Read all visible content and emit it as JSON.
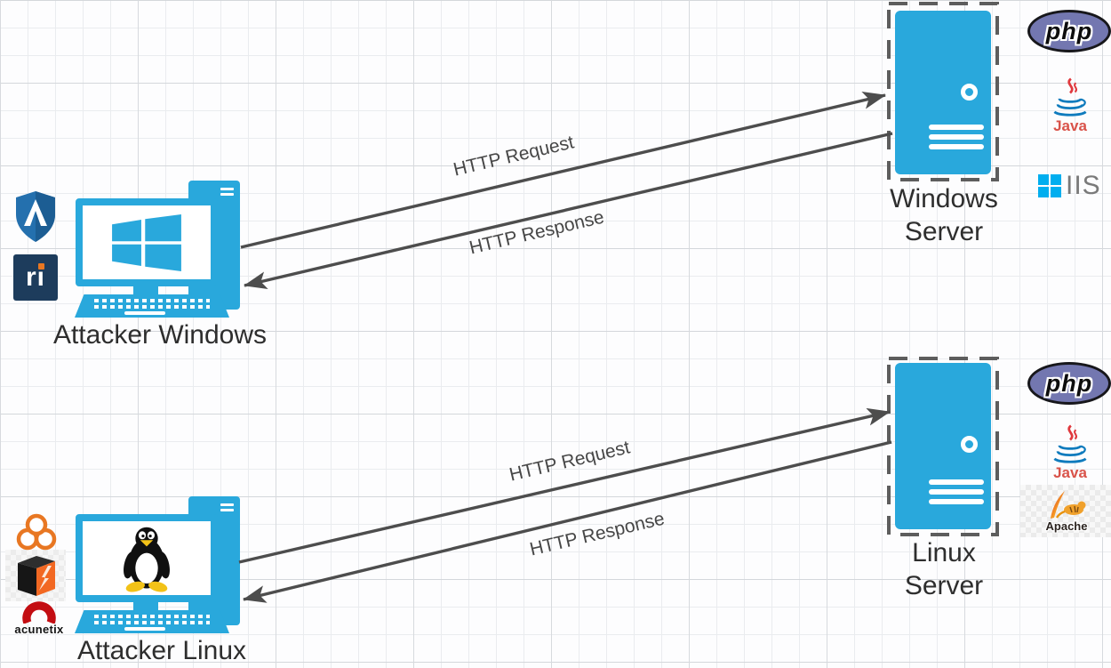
{
  "nodes": {
    "attacker_windows": {
      "label": "Attacker Windows"
    },
    "attacker_linux": {
      "label": "Attacker Linux"
    },
    "windows_server": {
      "line1": "Windows",
      "line2": "Server"
    },
    "linux_server": {
      "line1": "Linux",
      "line2": "Server"
    }
  },
  "arrows": {
    "win_request": {
      "label": "HTTP Request"
    },
    "win_response": {
      "label": "HTTP Response"
    },
    "lin_request": {
      "label": "HTTP Request"
    },
    "lin_response": {
      "label": "HTTP Response"
    }
  },
  "tech_icons": {
    "php_top": {
      "label": "php"
    },
    "java_top": {
      "label": "Java"
    },
    "iis": {
      "label": "IIS"
    },
    "php_bottom": {
      "label": "php"
    },
    "java_bottom": {
      "label": "Java"
    },
    "apache": {
      "label": "Apache"
    },
    "acunetix": {
      "label": "acunetix"
    },
    "ri_tool": {
      "label": "ri"
    }
  },
  "colors": {
    "device_blue": "#29a8dc",
    "arrow_gray": "#4d4d4d",
    "php_purple": "#7377b0",
    "java_red": "#d9534a",
    "java_blue": "#0f7bbd",
    "iis_blue": "#00aeef",
    "acunetix_red": "#c30d12",
    "tool_orange": "#e87722"
  }
}
